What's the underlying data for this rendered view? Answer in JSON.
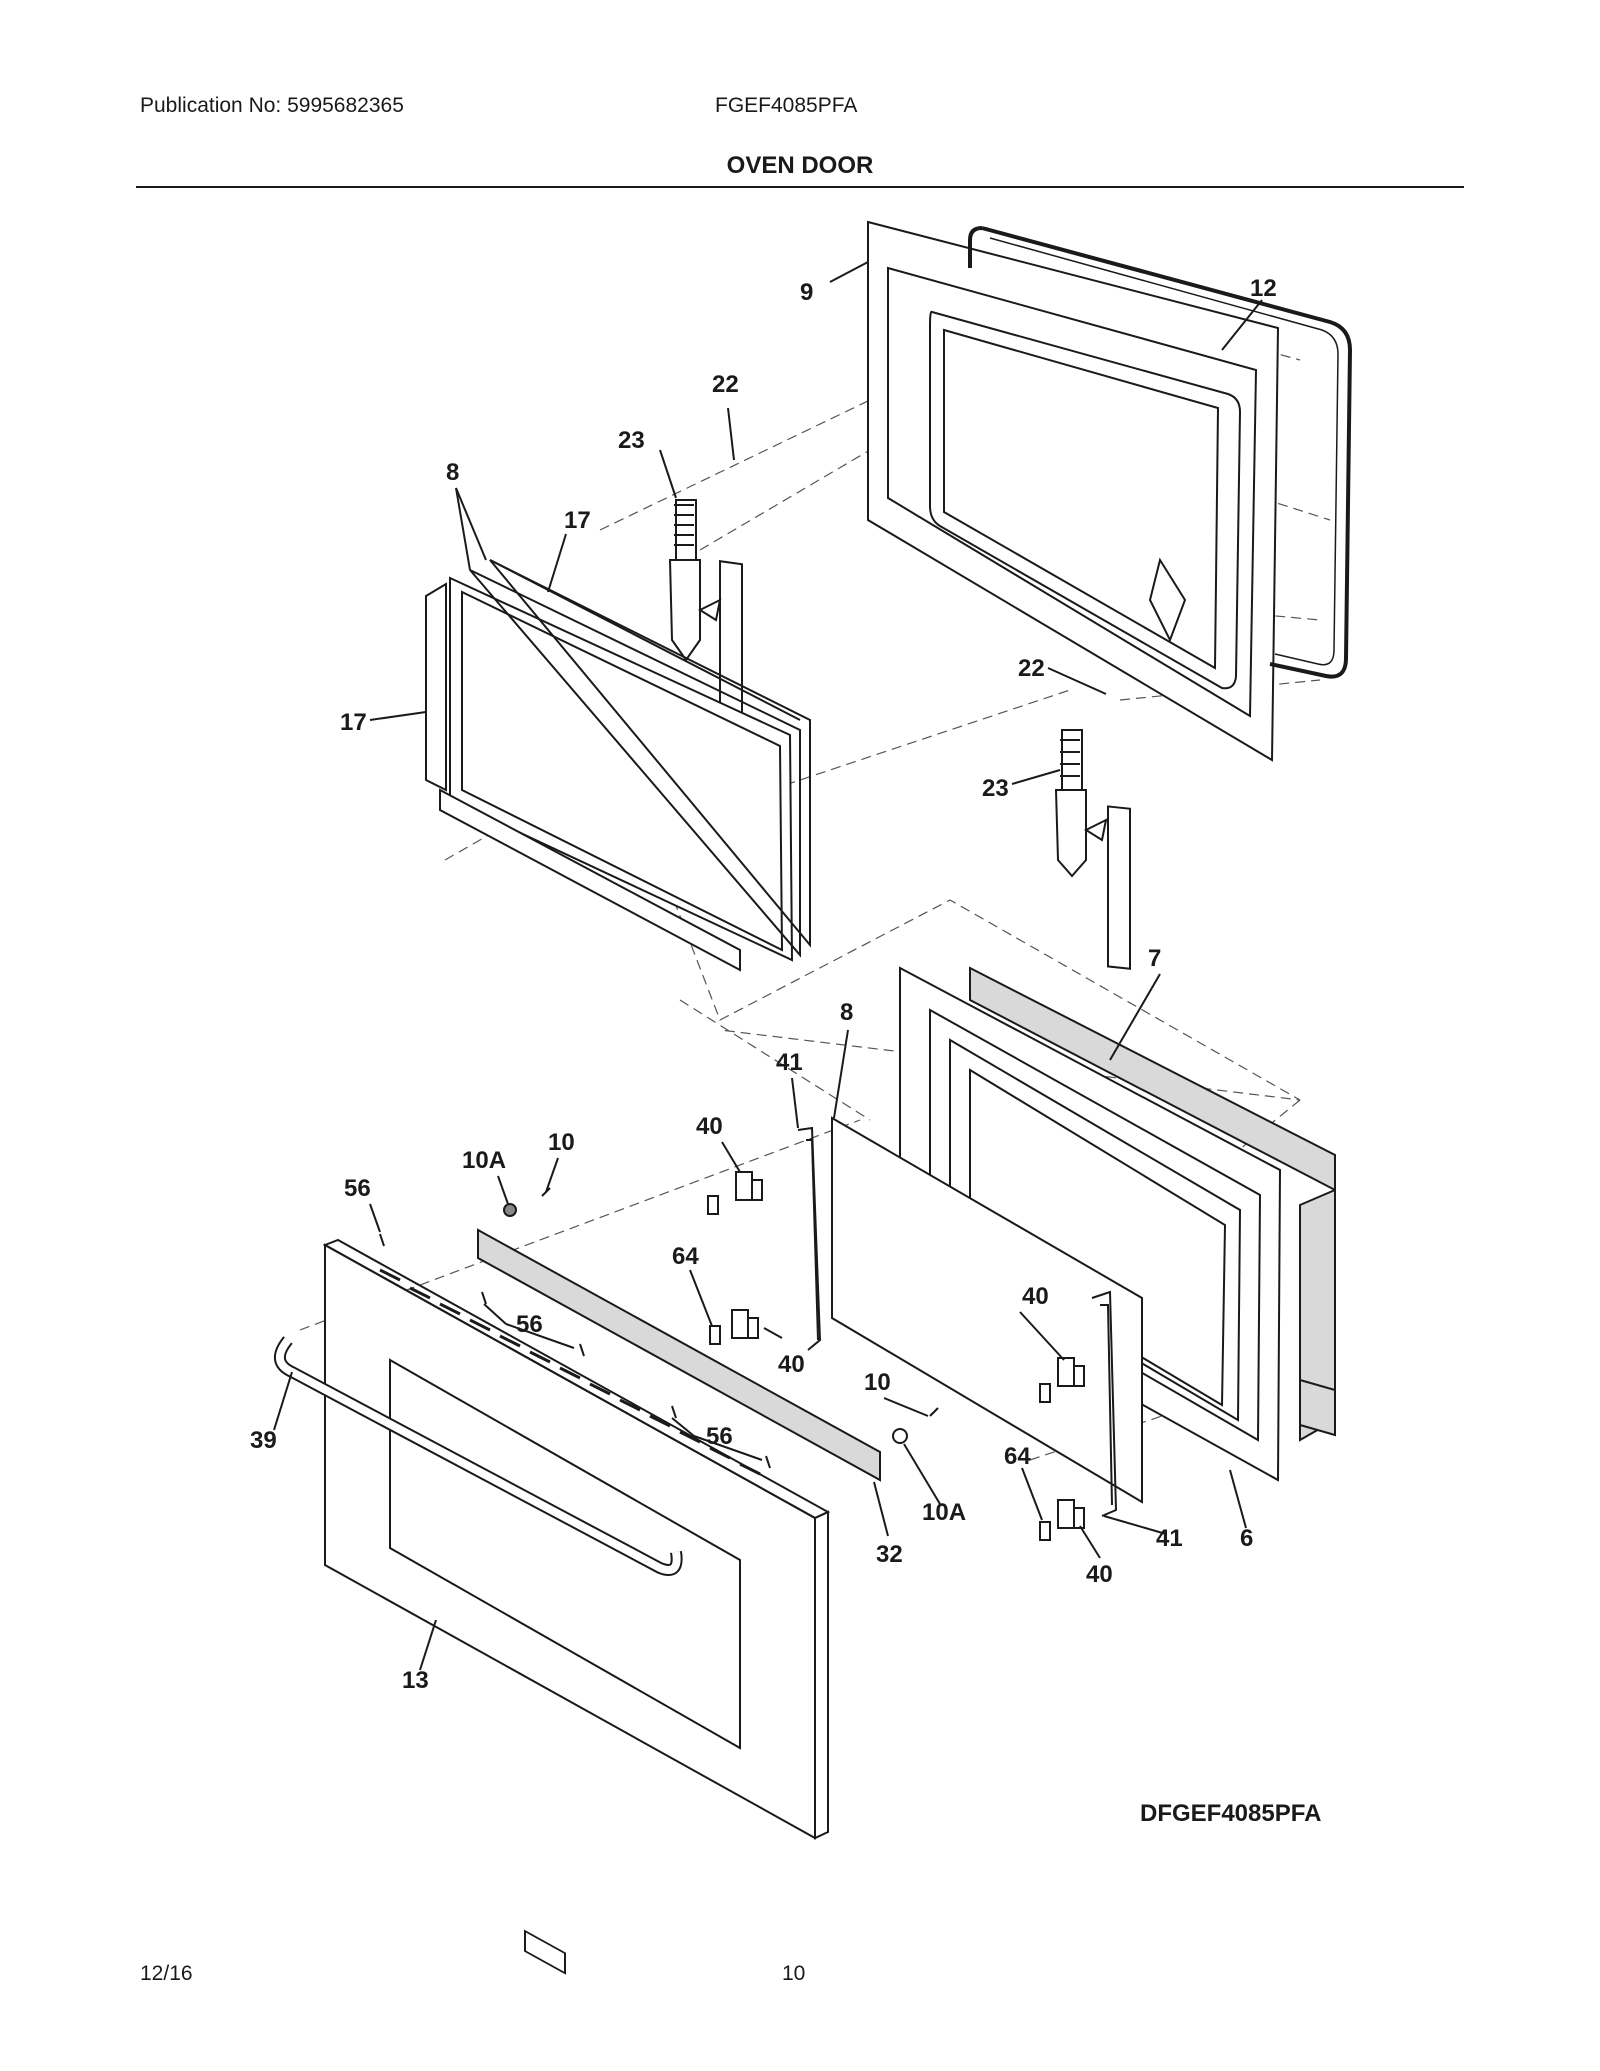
{
  "header": {
    "publication": "Publication No: 5995682365",
    "model": "FGEF4085PFA",
    "section_title": "OVEN DOOR"
  },
  "diagram": {
    "code": "DFGEF4085PFA",
    "callouts": {
      "c9": "9",
      "c12": "12",
      "c22a": "22",
      "c23a": "23",
      "c8a": "8",
      "c17a": "17",
      "c17b": "17",
      "c22b": "22",
      "c23b": "23",
      "c7": "7",
      "c8b": "8",
      "c41a": "41",
      "c40a": "40",
      "c10a": "10",
      "c10A": "10A",
      "c56a": "56",
      "c56b": "56",
      "c56c": "56",
      "c64a": "64",
      "c40b": "40",
      "c40c": "40",
      "c10b": "10",
      "c10Ab": "10A",
      "c64b": "64",
      "c41b": "41",
      "c6": "6",
      "c40d": "40",
      "c39": "39",
      "c32": "32",
      "c13": "13"
    }
  },
  "footer": {
    "date": "12/16",
    "page": "10"
  },
  "colors": {
    "line": "#1a1a1a",
    "panel_fill": "#d9d9d9",
    "dash": "#555555"
  }
}
